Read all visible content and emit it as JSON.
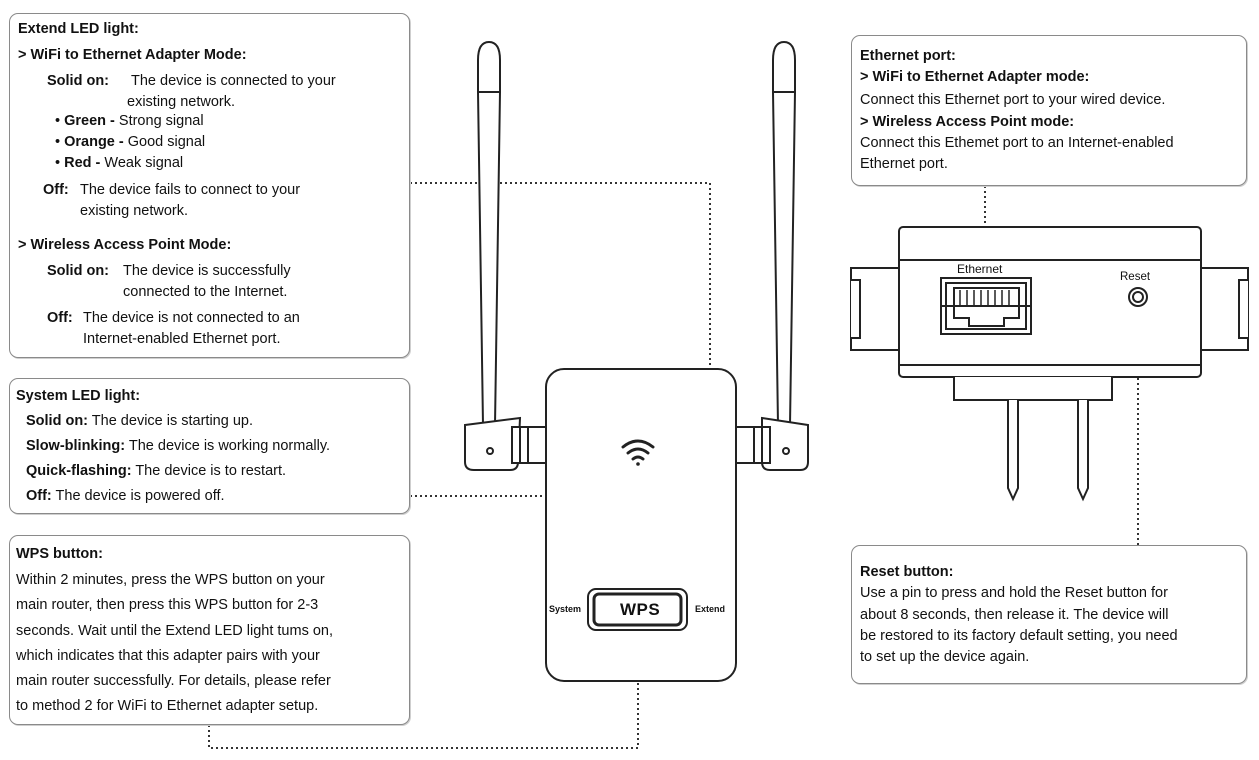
{
  "extend_led": {
    "title": "Extend LED light:",
    "adapter_heading": "> WiFi to Ethernet Adapter Mode:",
    "solid_label": "Solid on:",
    "solid_text_1": "The device is connected to your",
    "solid_text_2": "existing network.",
    "bullets": [
      {
        "label": "Green -",
        "text": "Strong signal"
      },
      {
        "label": "Orange -",
        "text": "Good signal"
      },
      {
        "label": "Red -",
        "text": "Weak signal"
      }
    ],
    "off_label": "Off:",
    "off_text_1": "The device fails to connect to your",
    "off_text_2": "existing network.",
    "ap_heading": "> Wireless Access Point Mode:",
    "ap_solid_label": "Solid on:",
    "ap_solid_text_1": "The device is successfully",
    "ap_solid_text_2": "connected to the Internet.",
    "ap_off_label": "Off:",
    "ap_off_text_1": "The device is not connected to an",
    "ap_off_text_2": "Internet-enabled Ethernet port."
  },
  "system_led": {
    "title": "System LED light:",
    "rows": [
      {
        "label": "Solid on:",
        "text": "The device is starting up."
      },
      {
        "label": "Slow-blinking:",
        "text": "The device is working normally."
      },
      {
        "label": "Quick-flashing:",
        "text": "The device is to restart."
      },
      {
        "label": "Off:",
        "text": "The device is powered off."
      }
    ]
  },
  "wps_button": {
    "title": "WPS button:",
    "lines": [
      "Within 2 minutes, press the WPS button on your",
      "main router, then press this WPS button for 2-3",
      "seconds. Wait until the Extend LED light tums on,",
      "which indicates that this adapter pairs with your",
      "main router successfully. For details, please refer",
      "to method 2 for WiFi to Ethernet adapter setup."
    ]
  },
  "ethernet_port": {
    "title": "Ethernet port:",
    "adapter_heading": "> WiFi to Ethernet Adapter mode:",
    "adapter_text": "Connect this Ethernet port to your wired device.",
    "ap_heading": "> Wireless Access Point mode:",
    "ap_text_1": "Connect this Ethemet port to an Internet-enabled",
    "ap_text_2": "Ethernet port."
  },
  "reset_button": {
    "title": "Reset button:",
    "lines": [
      "Use a pin to press and hold the Reset button for",
      "about 8 seconds, then release it. The device will",
      "be restored to its factory default setting, you need",
      "to set up the device again."
    ]
  },
  "device": {
    "wps_label": "WPS",
    "system_label": "System",
    "extend_label": "Extend",
    "ethernet_label": "Ethernet",
    "reset_label": "Reset"
  },
  "icons": [
    "wifi-icon",
    "antenna-icon",
    "ethernet-port-icon",
    "reset-hole-icon",
    "plug-prong-icon"
  ]
}
